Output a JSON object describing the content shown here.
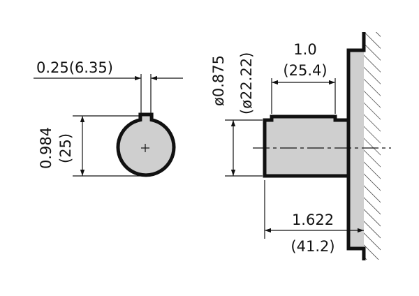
{
  "dimensions": {
    "key_width": "0.25(6.35)",
    "shaft_depth_in": "0.984",
    "shaft_depth_mm": "(25)",
    "shaft_diameter_in": "ø0.875",
    "shaft_diameter_mm": "(ø22.22)",
    "key_length_in": "1.0",
    "key_length_mm": "(25.4)",
    "shaft_length_in": "1.622",
    "shaft_length_mm": "(41.2)"
  },
  "colors": {
    "part_fill": "#cfcfcf",
    "line": "#111111",
    "background": "#ffffff"
  }
}
